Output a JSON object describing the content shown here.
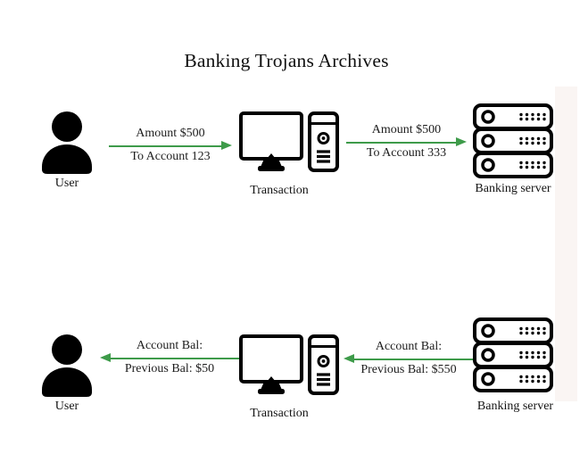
{
  "title": "Banking Trojans Archives",
  "colors": {
    "arrow": "#3e9b4a",
    "icon": "#000000",
    "text": "#1d1d1d",
    "edge_strip": "#faf5f3"
  },
  "rows": {
    "top": {
      "user": "User",
      "transaction": "Transaction",
      "server": "Banking server",
      "arrow_user_to_transaction": {
        "direction": "right",
        "top_label": "Amount $500",
        "bottom_label": "To Account 123"
      },
      "arrow_transaction_to_server": {
        "direction": "right",
        "top_label": "Amount $500",
        "bottom_label": "To Account 333"
      }
    },
    "bottom": {
      "user": "User",
      "transaction": "Transaction",
      "server": "Banking server",
      "arrow_transaction_to_user": {
        "direction": "left",
        "top_label": "Account Bal:",
        "bottom_label": "Previous Bal: $50"
      },
      "arrow_server_to_transaction": {
        "direction": "left",
        "top_label": "Account Bal:",
        "bottom_label": "Previous Bal: $550"
      }
    }
  }
}
